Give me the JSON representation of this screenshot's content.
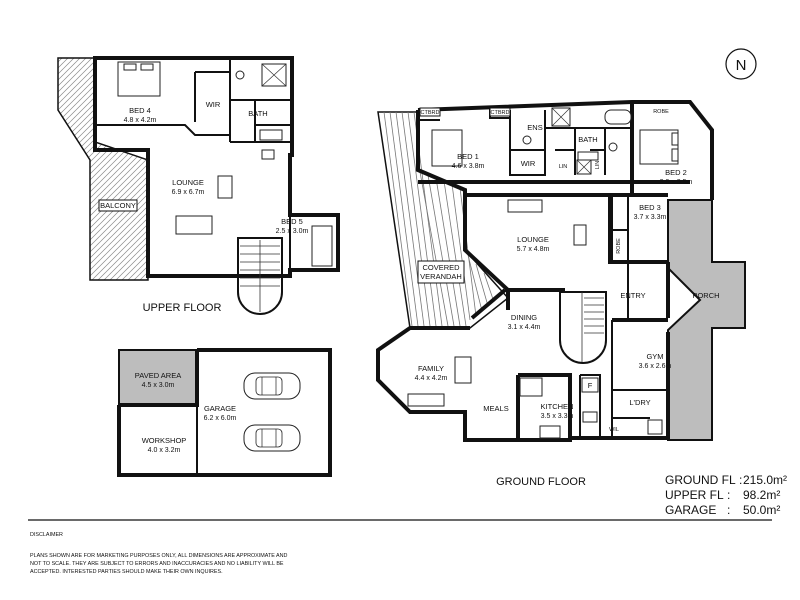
{
  "floors": {
    "upper": "UPPER FLOOR",
    "ground": "GROUND FLOOR"
  },
  "rooms": {
    "bed4": {
      "name": "BED 4",
      "dims": "4.8 x 4.2m"
    },
    "wir_upper": {
      "name": "WIR"
    },
    "bath_upper": {
      "name": "BATH"
    },
    "lounge_upper": {
      "name": "LOUNGE",
      "dims": "6.9 x 6.7m"
    },
    "balcony": {
      "name": "BALCONY"
    },
    "bed5": {
      "name": "BED 5",
      "dims": "2.5 x 3.0m"
    },
    "bed1": {
      "name": "BED 1",
      "dims": "4.6 x 3.8m"
    },
    "ens": {
      "name": "ENS"
    },
    "wir_ground": {
      "name": "WIR"
    },
    "lin1": {
      "name": "LIN"
    },
    "lin2": {
      "name": "LIN"
    },
    "bath_ground": {
      "name": "BATH"
    },
    "robe1": {
      "name": "ROBE"
    },
    "robe2": {
      "name": "ROBE"
    },
    "ctbrd1": {
      "name": "CTBRD"
    },
    "ctbrd2": {
      "name": "CTBRD"
    },
    "bed2": {
      "name": "BED 2",
      "dims": "3.9 x 3.5m"
    },
    "bed3": {
      "name": "BED 3",
      "dims": "3.7 x 3.3m"
    },
    "lounge_ground": {
      "name": "LOUNGE",
      "dims": "5.7 x 4.8m"
    },
    "covered_verandah": {
      "line1": "COVERED",
      "line2": "VERANDAH"
    },
    "entry": {
      "name": "ENTRY"
    },
    "porch": {
      "name": "PORCH"
    },
    "dining": {
      "name": "DINING",
      "dims": "3.1 x 4.4m"
    },
    "family": {
      "name": "FAMILY",
      "dims": "4.4 x 4.2m"
    },
    "meals": {
      "name": "MEALS"
    },
    "kitchen": {
      "name": "KITCHEN",
      "dims": "3.5 x 3.3m"
    },
    "fridge": {
      "name": "F"
    },
    "gym": {
      "name": "GYM",
      "dims": "3.6 x 2.6m"
    },
    "ldry": {
      "name": "L'DRY"
    },
    "wil": {
      "name": "WIL"
    },
    "paved": {
      "name": "PAVED AREA",
      "dims": "4.5 x 3.0m"
    },
    "garage": {
      "name": "GARAGE",
      "dims": "6.2 x 6.0m"
    },
    "workshop": {
      "name": "WORKSHOP",
      "dims": "4.0 x 3.2m"
    }
  },
  "areas": [
    {
      "label": "GROUND FL",
      "sep": ":",
      "value": "215.0m²"
    },
    {
      "label": "UPPER FL",
      "sep": ":",
      "value": "98.2m²"
    },
    {
      "label": "GARAGE",
      "sep": ":",
      "value": "50.0m²"
    }
  ],
  "compass": {
    "letter": "N"
  },
  "disclaimer": {
    "title": "DISCLAIMER",
    "lines": [
      "PLANS SHOWN ARE FOR MARKETING PURPOSES ONLY, ALL DIMENSIONS ARE APPROXIMATE AND",
      "NOT TO SCALE. THEY ARE SUBJECT TO ERRORS AND INACCURACIES AND NO LIABILITY WILL BE",
      "ACCEPTED. INTERESTED PARTIES SHOULD MAKE THEIR OWN INQUIRES."
    ]
  },
  "colors": {
    "grey_area": "#bdbdbd",
    "wall": "#111111"
  }
}
